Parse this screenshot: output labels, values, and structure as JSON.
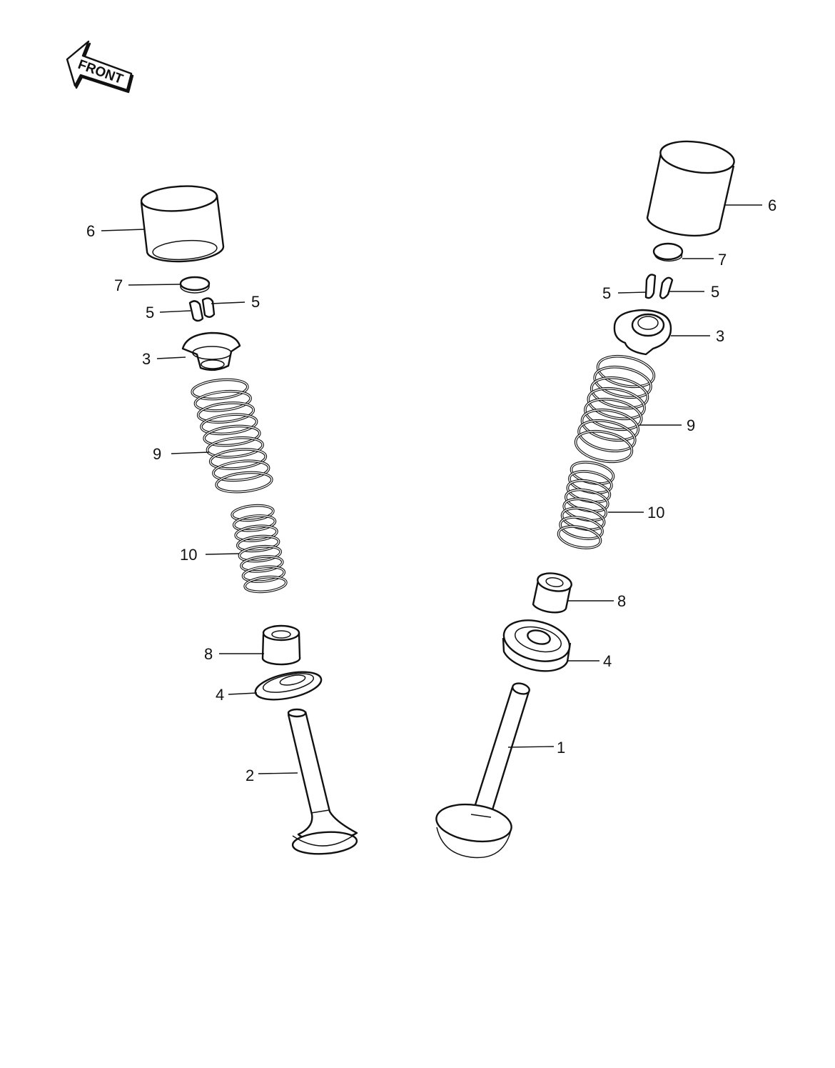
{
  "front_badge": {
    "text": "FRONT",
    "icon": "arrow-left-icon"
  },
  "left_valve_labels": {
    "tappet": "6",
    "shim": "7",
    "keeper_a": "5",
    "keeper_b": "5",
    "retainer": "3",
    "outer_spring": "9",
    "inner_spring": "10",
    "stem_seal": "8",
    "spring_seat": "4",
    "valve": "2"
  },
  "right_valve_labels": {
    "tappet": "6",
    "shim": "7",
    "keeper_a": "5",
    "keeper_b": "5",
    "retainer": "3",
    "outer_spring": "9",
    "inner_spring": "10",
    "stem_seal": "8",
    "spring_seat": "4",
    "valve": "1"
  }
}
